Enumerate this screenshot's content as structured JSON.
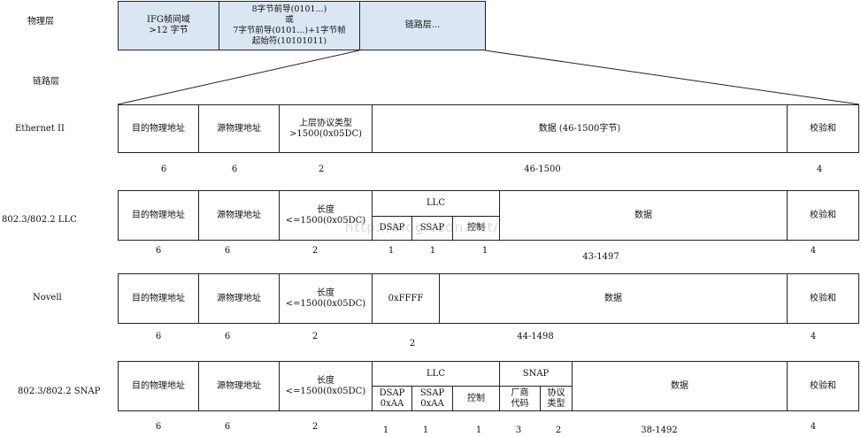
{
  "row_labels": {
    "physical": "物理层",
    "link": "链路层",
    "ethernet2": "Ethernet II",
    "llc": "802.3/802.2 LLC",
    "novell": "Novell",
    "snap": "802.3/802.2 SNAP"
  },
  "physical": {
    "ifg": "IFG帧间域\n>12 字节",
    "preamble": "8字节前导(0101...)\n或\n7字节前导(0101...)+1字节帧\n起始符(10101011)",
    "linklayer": "链路层..."
  },
  "common": {
    "dst": "目的物理地址",
    "src": "源物理地址",
    "fcs": "校验和"
  },
  "ethernet2": {
    "type": "上层协议类型\n>1500(0x05DC)",
    "data": "数据 (46-1500字节)",
    "sizes": {
      "dst": "6",
      "src": "6",
      "type": "2",
      "data": "46-1500",
      "fcs": "4"
    }
  },
  "llc": {
    "length": "长度\n<=1500(0x05DC)",
    "llc_title": "LLC",
    "dsap": "DSAP",
    "ssap": "SSAP",
    "control": "控制",
    "data": "数据",
    "sizes": {
      "dst": "6",
      "src": "6",
      "length": "2",
      "dsap": "1",
      "ssap": "1",
      "control": "1",
      "data": "43-1497",
      "fcs": "4"
    }
  },
  "novell": {
    "length": "长度\n<=1500(0x05DC)",
    "ffff": "0xFFFF",
    "data": "数据",
    "sizes": {
      "dst": "6",
      "src": "6",
      "length": "2",
      "ffff": "2",
      "data": "44-1498",
      "fcs": "4"
    }
  },
  "snap": {
    "length": "长度\n<=1500(0x05DC)",
    "llc_title": "LLC",
    "snap_title": "SNAP",
    "dsap": "DSAP\n0xAA",
    "ssap": "SSAP\n0xAA",
    "control": "控制",
    "vendor": "厂商\n代码",
    "protocol": "协议\n类型",
    "data": "数据",
    "sizes": {
      "dst": "6",
      "src": "6",
      "length": "2",
      "dsap": "1",
      "ssap": "1",
      "control": "1",
      "vendor": "3",
      "protocol": "2",
      "data": "38-1492",
      "fcs": "4"
    }
  },
  "watermark": "http://blog.csdn.net/"
}
